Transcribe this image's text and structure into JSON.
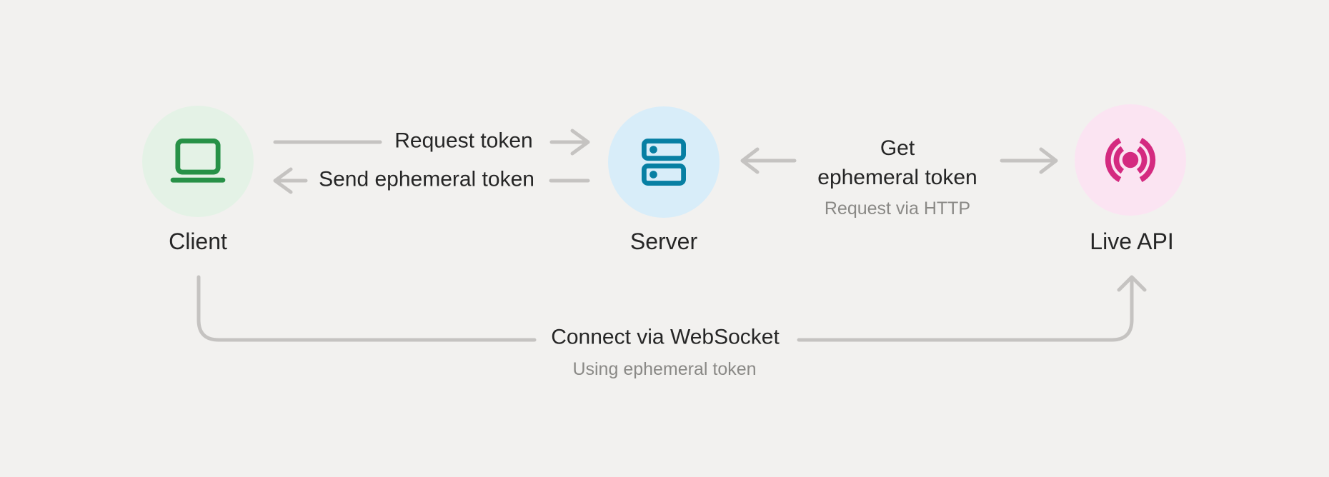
{
  "diagram": {
    "nodes": {
      "client": {
        "label": "Client",
        "icon": "laptop-icon"
      },
      "server": {
        "label": "Server",
        "icon": "server-rack-icon"
      },
      "live_api": {
        "label": "Live API",
        "icon": "broadcast-icon"
      }
    },
    "edges": {
      "request_token": {
        "from": "client",
        "to": "server",
        "label": "Request token"
      },
      "send_token": {
        "from": "server",
        "to": "client",
        "label": "Send ephemeral token"
      },
      "get_token": {
        "from": "server",
        "to": "live_api",
        "bidirectional": true,
        "label_line1": "Get",
        "label_line2": "ephemeral token",
        "sublabel": "Request via HTTP"
      },
      "websocket": {
        "from": "client",
        "to": "live_api",
        "label": "Connect via WebSocket",
        "sublabel": "Using ephemeral token"
      }
    },
    "colors": {
      "background": "#F2F1EF",
      "connector": "#C5C3C1",
      "text_primary": "#262626",
      "text_secondary": "#8A8986",
      "client_icon": "#279147",
      "client_bg": "#E4F2E6",
      "server_icon": "#077FA3",
      "server_bg": "#D8EDF9",
      "live_icon": "#D42A80",
      "live_bg": "#FBE4F2"
    }
  }
}
